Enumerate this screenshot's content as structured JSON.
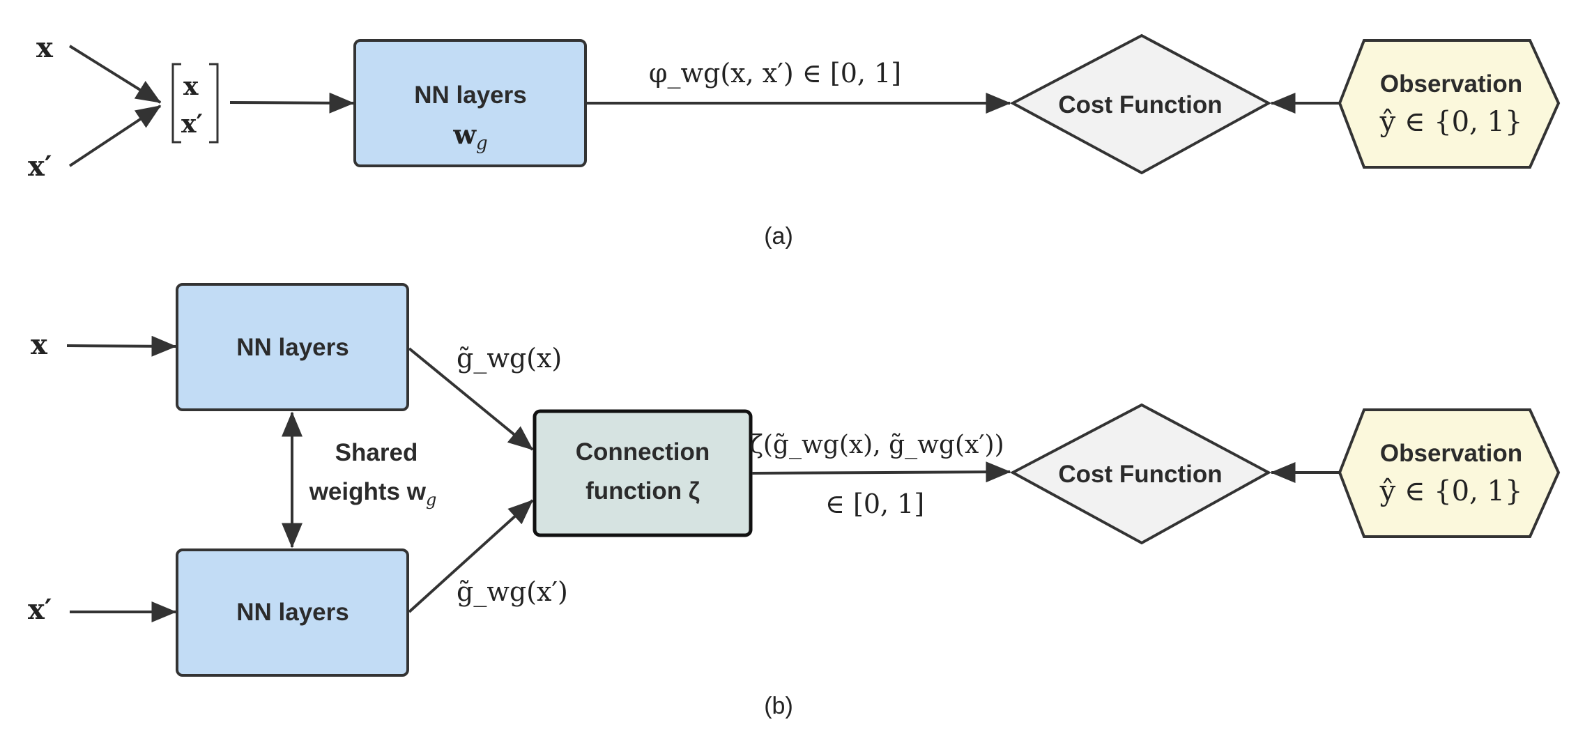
{
  "colors": {
    "nn_fill": "#c2dcf5",
    "connection_fill": "#d6e3e1",
    "cost_fill": "#f2f2f2",
    "observation_fill": "#fbf8dc",
    "stroke": "#333333"
  },
  "panel_a": {
    "input_x": "x",
    "input_x_prime": "x′",
    "stacked_top": "x",
    "stacked_bottom": "x′",
    "nn_label": "NN layers",
    "nn_weights": "w",
    "nn_weights_sub": "g",
    "edge_label": "φ_wg(x, x′) ∈ [0, 1]",
    "cost_label": "Cost Function",
    "observation_label": "Observation",
    "observation_value": "ŷ ∈ {0, 1}",
    "caption": "(a)"
  },
  "panel_b": {
    "input_x": "x",
    "input_x_prime": "x′",
    "nn_top_label": "NN layers",
    "nn_bottom_label": "NN layers",
    "shared_line1": "Shared",
    "shared_line2": "weights w",
    "shared_sub": "g",
    "g_top": "g̃_wg(x)",
    "g_bottom": "g̃_wg(x′)",
    "connection_line1": "Connection",
    "connection_line2": "function ζ",
    "zeta_label": "ζ(g̃_wg(x), g̃_wg(x′))",
    "range_label": "∈ [0, 1]",
    "cost_label": "Cost Function",
    "observation_label": "Observation",
    "observation_value": "ŷ ∈ {0, 1}",
    "caption": "(b)"
  }
}
